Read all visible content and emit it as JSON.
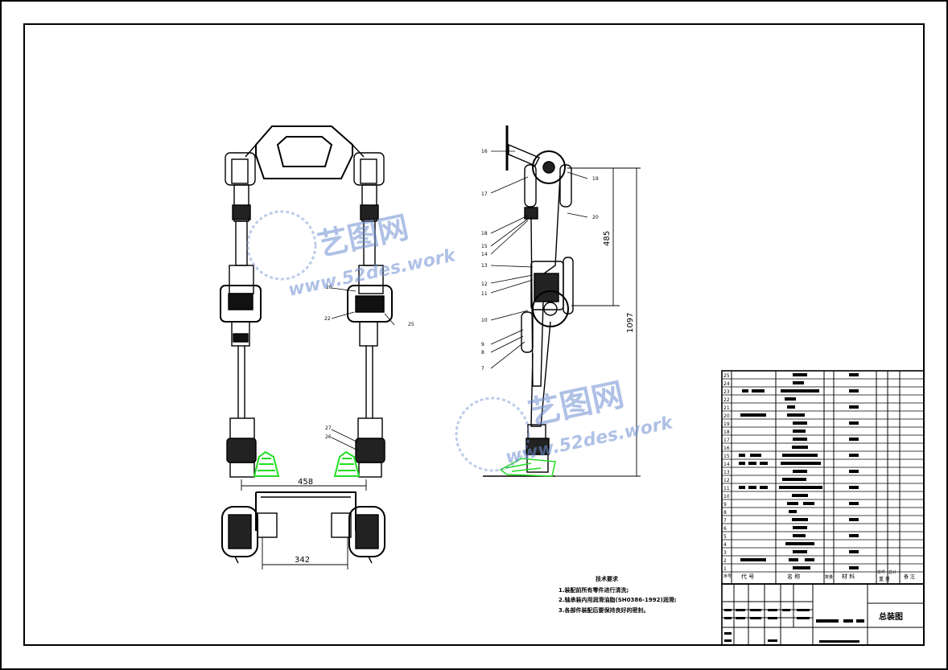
{
  "watermark": {
    "brand": "艺图网",
    "url": "www.52des.work"
  },
  "dimensions": {
    "upper_width": "458",
    "lower_width": "342",
    "height_partial": "485",
    "height_total": "1097"
  },
  "callouts_left": [
    "26",
    "22",
    "25",
    "27",
    "26"
  ],
  "callouts_right": [
    "16",
    "17",
    "19",
    "18",
    "20",
    "15",
    "14",
    "13",
    "12",
    "11",
    "10",
    "9",
    "8",
    "7"
  ],
  "tech_requirements": {
    "title": "技术要求",
    "lines": [
      "1.装配前所有零件进行清洗;",
      "2.轴承装内用润滑油脂(SH0386-1992)润滑;",
      "3.各部件装配后要保持良好的密封。"
    ]
  },
  "bom": {
    "row_numbers": [
      "25",
      "24",
      "23",
      "22",
      "21",
      "20",
      "19",
      "18",
      "17",
      "16",
      "15",
      "14",
      "13",
      "12",
      "11",
      "10",
      "9",
      "8",
      "7",
      "6",
      "5",
      "4",
      "3",
      "2",
      "1"
    ],
    "header": {
      "seq": "序号",
      "code": "代 号",
      "name": "名 称",
      "qty": "数量",
      "material": "材 料",
      "single": "单件",
      "total": "总计",
      "weight": "重 量",
      "remark": "备 注"
    }
  },
  "title_block": {
    "drawing_name": "总装图"
  },
  "colors": {
    "line": "#000000",
    "foot_highlight": "#22dd22",
    "watermark": "#6f8fd0"
  }
}
